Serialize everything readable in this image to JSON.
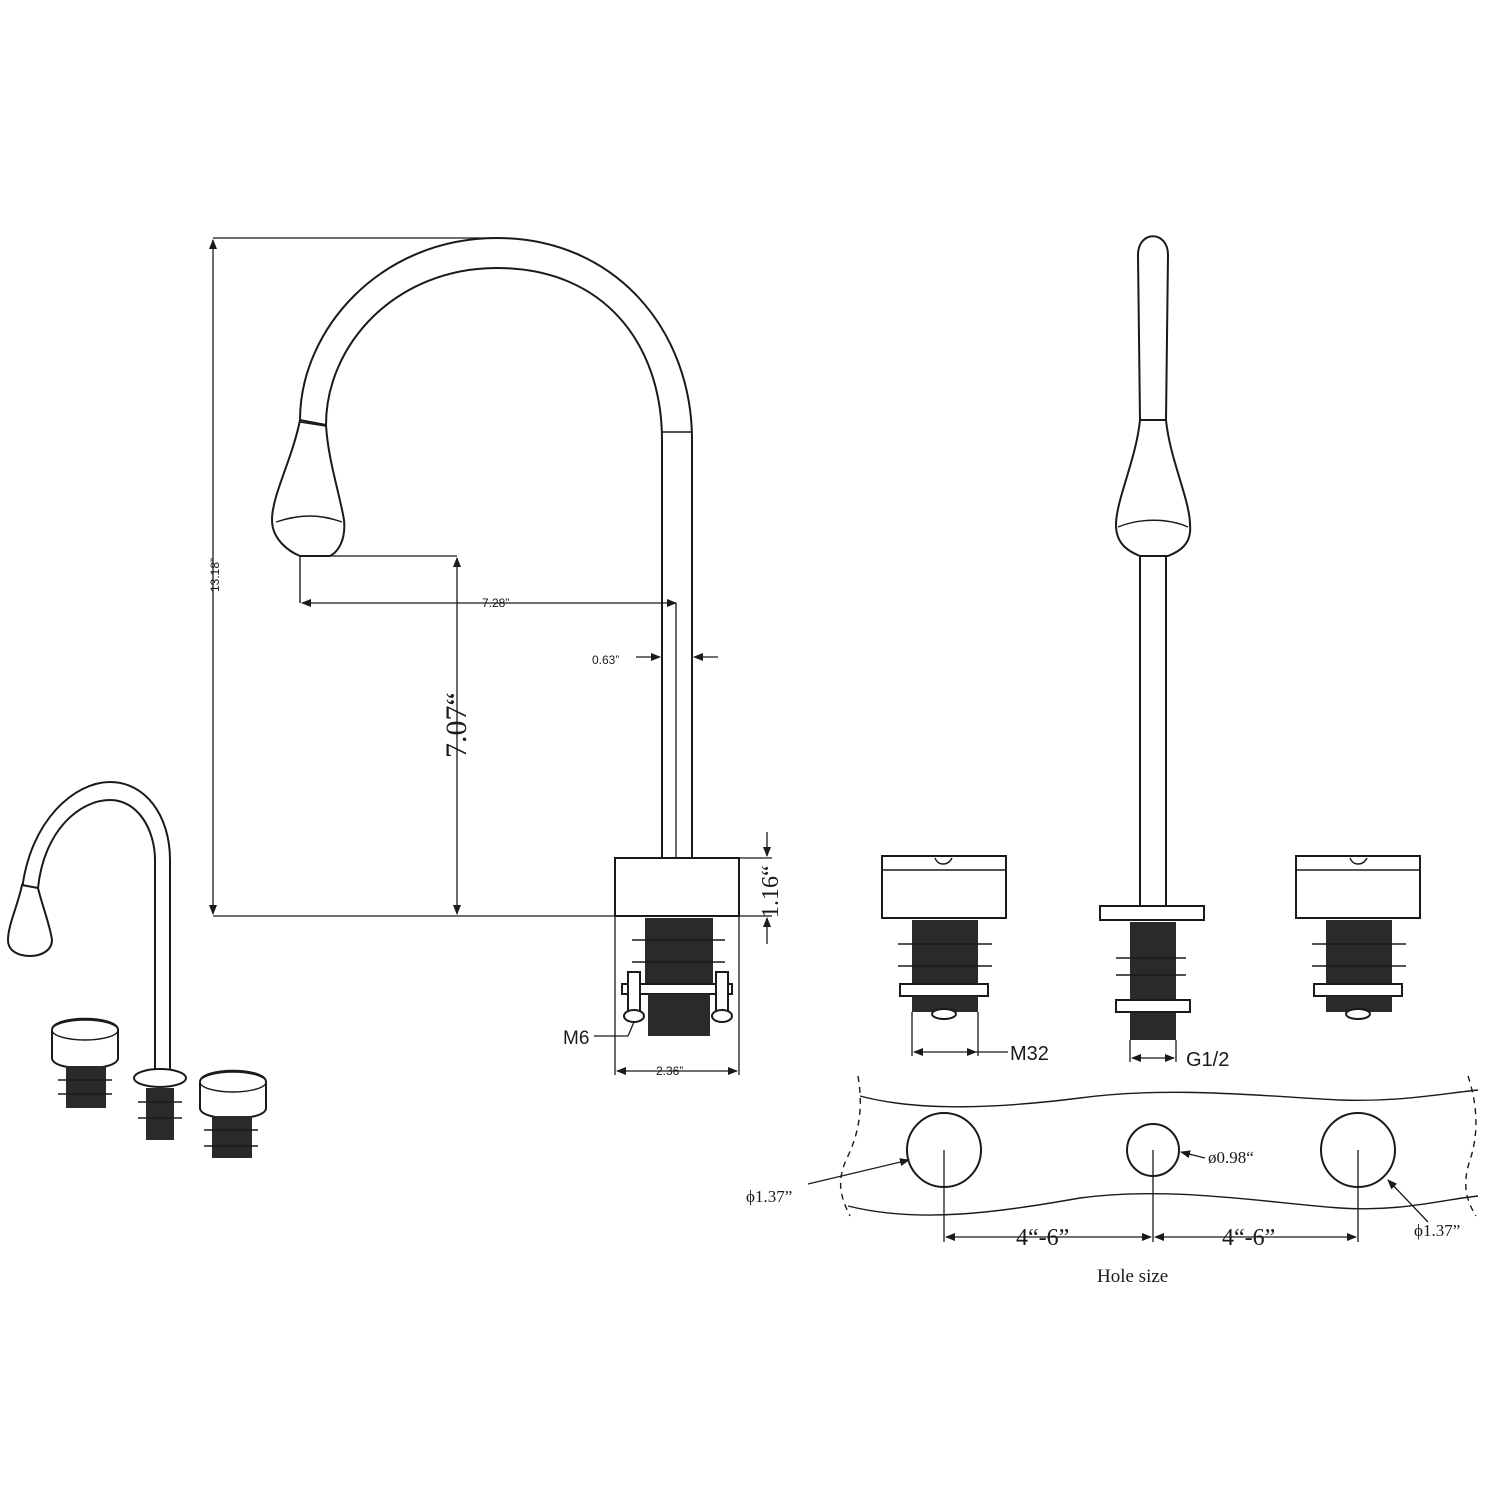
{
  "labels": {
    "overall_height": "13.18”",
    "spout_reach": "7.28”",
    "spout_diameter": "0.63”",
    "spout_clearance": "7.07“",
    "base_height": "1.16“",
    "mount_bolt": "M6",
    "base_width": "2.36”",
    "handle_thread": "M32",
    "spout_thread": "G1/2",
    "left_hole": "ϕ1.37”",
    "center_hole": "ø0.98“",
    "right_hole": "ϕ1.37”",
    "left_spacing": "4“-6”",
    "right_spacing": "4“-6”",
    "hole_size_caption": "Hole size"
  },
  "colors": {
    "line": "#1a1a1a",
    "background": "#ffffff"
  }
}
